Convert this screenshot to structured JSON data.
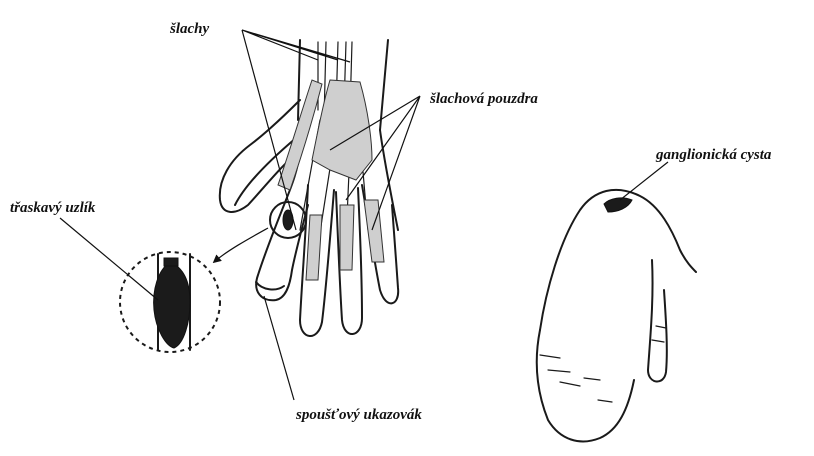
{
  "labels": {
    "tendons": "šlachy",
    "tendon_sheaths": "šlachová pouzdra",
    "ganglion_cyst": "ganglionická cysta",
    "snapping_nodule": "třaskavý uzlík",
    "trigger_finger": "spoušťový ukazovák"
  },
  "colors": {
    "ink": "#1a1a1a",
    "sheath_fill": "#cfcfcf",
    "nodule_fill": "#1b1b1b",
    "background": "#ffffff"
  }
}
